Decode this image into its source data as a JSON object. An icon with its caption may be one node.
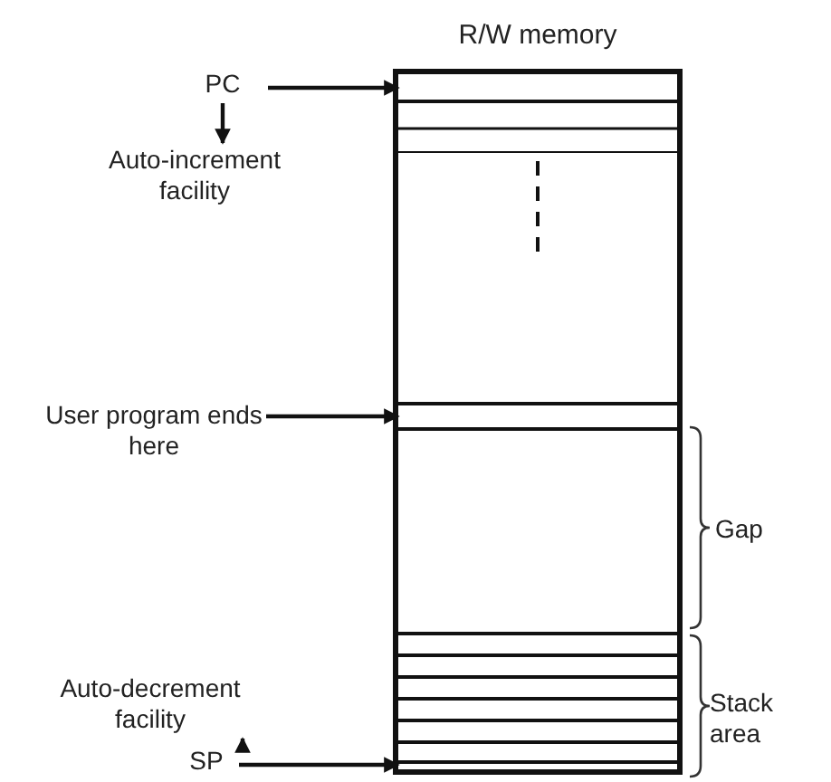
{
  "diagram": {
    "nodes": [
      {
        "text": [
          "R/W memory"
        ]
      },
      {
        "text": [],
        "shape": "box",
        "in": 0
      },
      {
        "text": [
          "PC"
        ]
      },
      {
        "text": [
          "Auto-increment facility"
        ]
      },
      {
        "text": [],
        "shape": "box",
        "in": 0
      },
      {
        "text": [
          "User program ends here"
        ]
      },
      {
        "text": [
          "Auto-decrement facility"
        ]
      },
      {
        "text": [
          "SP"
        ]
      },
      {
        "text": [],
        "shape": "box",
        "in": 0
      }
    ],
    "edges": [
      {
        "from": 2,
        "to": 1,
        "arrow": "to"
      },
      {
        "from": 2,
        "to": 3,
        "arrow": "to"
      },
      {
        "from": 5,
        "to": 4,
        "arrow": "to"
      },
      {
        "from": 7,
        "to": 6,
        "arrow": "to"
      },
      {
        "from": 7,
        "to": 8,
        "arrow": "to"
      }
    ],
    "labels": [
      "Gap",
      "Stack area"
    ]
  }
}
